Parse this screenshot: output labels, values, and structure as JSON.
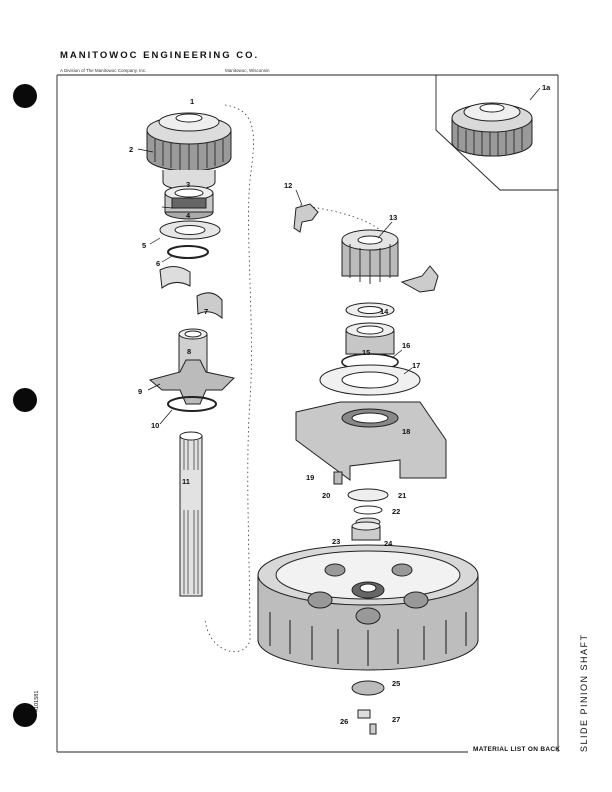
{
  "header": {
    "company": "MANITOWOC ENGINEERING CO.",
    "division": "A Division of The Manitowoc Company, Inc.",
    "location": "Manitowoc, Wisconsin"
  },
  "side_title": "SLIDE PINION SHAFT",
  "footer_note": "MATERIAL LIST ON BACK",
  "document_number": "4101581",
  "callouts": [
    "1",
    "1a",
    "2",
    "3",
    "4",
    "5",
    "6",
    "7",
    "8",
    "9",
    "10",
    "11",
    "12",
    "13",
    "14",
    "15",
    "16",
    "17",
    "18",
    "19",
    "20",
    "21",
    "22",
    "23",
    "24",
    "25",
    "26",
    "27"
  ]
}
